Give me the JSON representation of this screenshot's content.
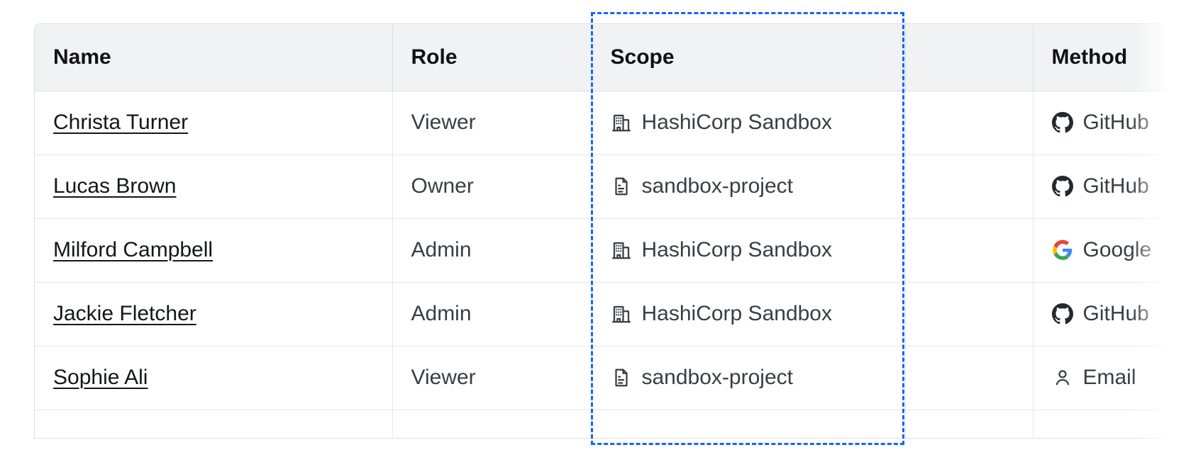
{
  "table": {
    "columns": [
      {
        "key": "name",
        "label": "Name"
      },
      {
        "key": "role",
        "label": "Role"
      },
      {
        "key": "scope",
        "label": "Scope"
      },
      {
        "key": "blank",
        "label": ""
      },
      {
        "key": "method",
        "label": "Method"
      }
    ],
    "rows": [
      {
        "name": "Christa Turner",
        "role": "Viewer",
        "scope": "HashiCorp Sandbox",
        "scope_icon": "organization-building-icon",
        "method": "GitHub",
        "method_icon": "github-icon"
      },
      {
        "name": "Lucas Brown",
        "role": "Owner",
        "scope": "sandbox-project",
        "scope_icon": "project-document-icon",
        "method": "GitHub",
        "method_icon": "github-icon"
      },
      {
        "name": "Milford Campbell",
        "role": "Admin",
        "scope": "HashiCorp Sandbox",
        "scope_icon": "organization-building-icon",
        "method": "Google",
        "method_icon": "google-icon"
      },
      {
        "name": "Jackie Fletcher",
        "role": "Admin",
        "scope": "HashiCorp Sandbox",
        "scope_icon": "organization-building-icon",
        "method": "GitHub",
        "method_icon": "github-icon"
      },
      {
        "name": "Sophie Ali",
        "role": "Viewer",
        "scope": "sandbox-project",
        "scope_icon": "project-document-icon",
        "method": "Email",
        "method_icon": "person-icon"
      }
    ]
  },
  "selection": {
    "target_column": "Scope",
    "border_color": "#1563ff",
    "style": "dashed"
  },
  "colors": {
    "header_background": "#f1f2f3",
    "header_text": "#0f1115",
    "body_text": "#3b3d45",
    "link_text": "#14161a",
    "border": "#dedfe3",
    "row_border": "#e6e7ea",
    "selection": "#1563ff",
    "github_icon": "#24292f",
    "google_blue": "#4285f4",
    "google_red": "#ea4335",
    "google_yellow": "#fbbc05",
    "google_green": "#34a853"
  }
}
